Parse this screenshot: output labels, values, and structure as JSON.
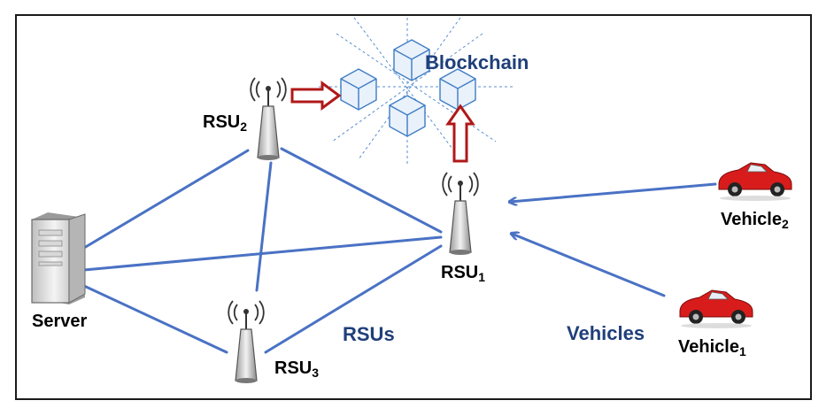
{
  "labels": {
    "blockchain": "Blockchain",
    "rsu2": {
      "base": "RSU",
      "sub": "2"
    },
    "rsu1": {
      "base": "RSU",
      "sub": "1"
    },
    "rsu3": {
      "base": "RSU",
      "sub": "3"
    },
    "server": "Server",
    "rsus_group": "RSUs",
    "vehicles_group": "Vehicles",
    "vehicle2": {
      "base": "Vehicle",
      "sub": "2"
    },
    "vehicle1": {
      "base": "Vehicle",
      "sub": "1"
    }
  },
  "colors": {
    "link": "#4a72c4",
    "arrow": "#b01818",
    "block": "#3d7cc4",
    "group_text": "#1f3f7a",
    "car": "#d81c1c"
  },
  "icons": [
    "antenna-tower-icon",
    "server-icon",
    "car-icon",
    "blockchain-cube-icon"
  ]
}
